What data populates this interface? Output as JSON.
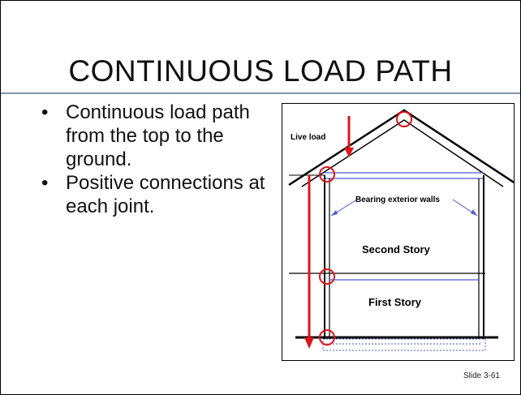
{
  "slide": {
    "title": "CONTINUOUS LOAD PATH",
    "bullets": [
      "Continuous load path from the top to the ground.",
      "Positive connections at each joint."
    ],
    "bullet_symbol": "•",
    "footer": "Slide 3-61"
  },
  "figure": {
    "labels": {
      "live_load": "Live load",
      "bearing_walls": "Bearing exterior walls",
      "second_story": "Second Story",
      "first_story": "First Story"
    },
    "colors": {
      "arrow": "#e0151b",
      "circle": "#e0151b",
      "plate_line": "#4a5bd0",
      "structure": "#000000"
    }
  }
}
